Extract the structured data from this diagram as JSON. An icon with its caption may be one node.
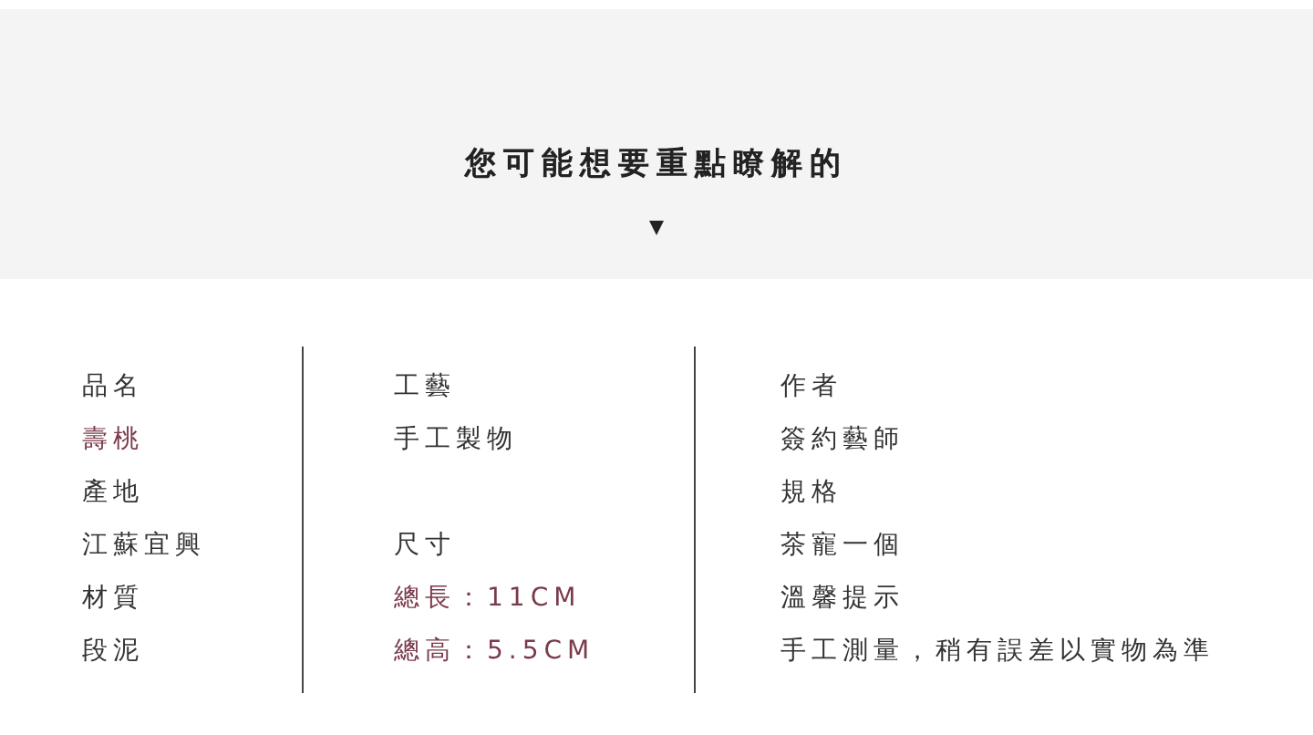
{
  "diagram": {
    "title": "您可能想要重點瞭解的",
    "labels": [
      "品名",
      "壽桃",
      "產地",
      "江蘇宜興",
      "材質",
      "段泥",
      "工藝",
      "手工製物",
      "尺寸",
      "總長：11CM",
      "總高：5.5CM",
      "作者",
      "簽約藝師",
      "規格",
      "茶寵一個",
      "溫馨提示",
      "手工測量，稍有誤差以實物為準"
    ]
  }
}
